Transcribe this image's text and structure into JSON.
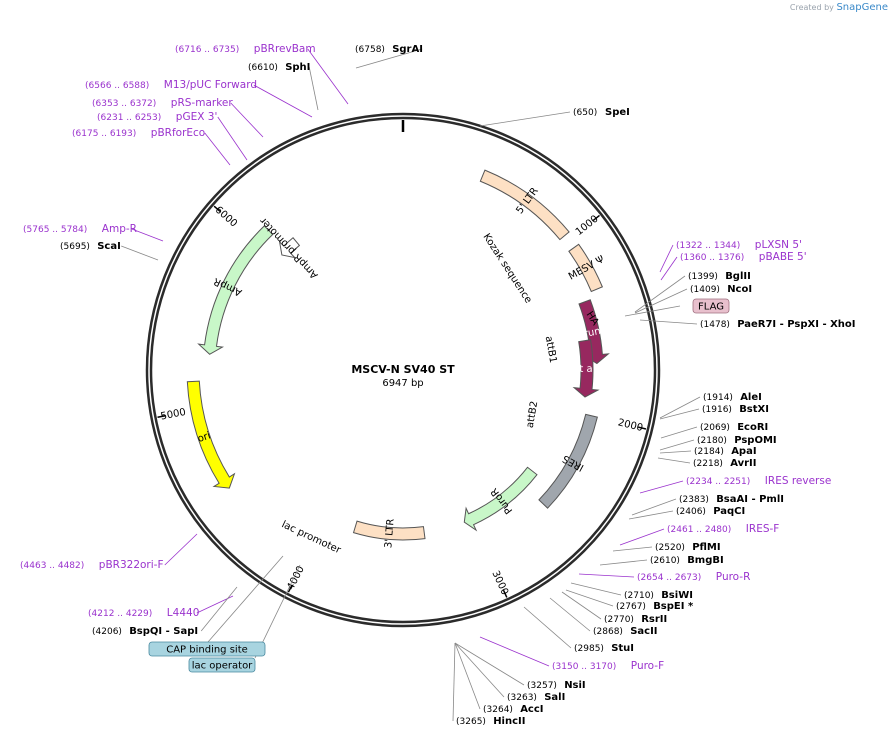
{
  "credit": {
    "prefix": "Created by",
    "brand": "SnapGene"
  },
  "plasmid": {
    "name": "MSCV-N SV40 ST",
    "size": "6947 bp",
    "length": 6947
  },
  "ticks": [
    "1000",
    "2000",
    "3000",
    "4000",
    "5000",
    "6000"
  ],
  "colors": {
    "primer": "#9a32cd",
    "enzyme": "#000000",
    "ltr": "#fde0c4",
    "ampr": "#c8f7c8",
    "ori": "#ffff00",
    "gag": "#97285f",
    "ires": "#a0a6ad",
    "puro": "#c8f7c8"
  },
  "features": [
    {
      "label": "5' LTR",
      "start": 430,
      "end": 970,
      "color": "#fde0c4",
      "dir": "none"
    },
    {
      "label": "MESV Ψ",
      "start": 1050,
      "end": 1300,
      "color": "#fde0c4",
      "dir": "none"
    },
    {
      "label": "gag (truncated)",
      "start": 1340,
      "end": 1700,
      "color": "#97285f",
      "dir": "cw"
    },
    {
      "label": "small t antigen",
      "start": 1560,
      "end": 1900,
      "color": "#97285f",
      "dir": "cw"
    },
    {
      "label": "IRES",
      "start": 2000,
      "end": 2580,
      "color": "#a0a6ad",
      "dir": "none"
    },
    {
      "label": "PuroR",
      "start": 2470,
      "end": 3050,
      "color": "#c8f7c8",
      "dir": "cw"
    },
    {
      "label": "3' LTR",
      "start": 3330,
      "end": 3800,
      "color": "#fde0c4",
      "dir": "none"
    },
    {
      "label": "ori",
      "start": 4550,
      "end": 5150,
      "color": "#ffff00",
      "dir": "ccw"
    },
    {
      "label": "AmpR",
      "start": 5300,
      "end": 6100,
      "color": "#c8f7c8",
      "dir": "ccw"
    },
    {
      "label": "AmpR promoter",
      "start": 6050,
      "end": 6180,
      "color": "#ffffff",
      "dir": "ccw"
    }
  ],
  "sites": [
    {
      "label": "SgrAI",
      "pos": "(6758)",
      "type": "enzyme"
    },
    {
      "label": "SphI",
      "pos": "(6610)",
      "type": "enzyme"
    },
    {
      "label": "pBRrevBam",
      "pos": "(6716 .. 6735)",
      "type": "primer"
    },
    {
      "label": "M13/pUC Forward",
      "pos": "(6566 .. 6588)",
      "type": "primer"
    },
    {
      "label": "pRS-marker",
      "pos": "(6353 .. 6372)",
      "type": "primer"
    },
    {
      "label": "pGEX 3'",
      "pos": "(6231 .. 6253)",
      "type": "primer"
    },
    {
      "label": "pBRforEco",
      "pos": "(6175 .. 6193)",
      "type": "primer"
    },
    {
      "label": "Amp-R",
      "pos": "(5765 .. 5784)",
      "type": "primer"
    },
    {
      "label": "ScaI",
      "pos": "(5695)",
      "type": "enzyme"
    },
    {
      "label": "SpeI",
      "pos": "(650)",
      "type": "enzyme"
    },
    {
      "label": "pLXSN 5'",
      "pos": "(1322 .. 1344)",
      "type": "primer"
    },
    {
      "label": "pBABE 5'",
      "pos": "(1360 .. 1376)",
      "type": "primer"
    },
    {
      "label": "BglII",
      "pos": "(1399)",
      "type": "enzyme"
    },
    {
      "label": "NcoI",
      "pos": "(1409)",
      "type": "enzyme"
    },
    {
      "label": "PaeR7I - PspXI - XhoI",
      "pos": "(1478)",
      "type": "enzyme"
    },
    {
      "label": "AleI",
      "pos": "(1914)",
      "type": "enzyme"
    },
    {
      "label": "BstXI",
      "pos": "(1916)",
      "type": "enzyme"
    },
    {
      "label": "EcoRI",
      "pos": "(2069)",
      "type": "enzyme"
    },
    {
      "label": "PspOMI",
      "pos": "(2180)",
      "type": "enzyme"
    },
    {
      "label": "ApaI",
      "pos": "(2184)",
      "type": "enzyme"
    },
    {
      "label": "AvrII",
      "pos": "(2218)",
      "type": "enzyme"
    },
    {
      "label": "IRES reverse",
      "pos": "(2234 .. 2251)",
      "type": "primer"
    },
    {
      "label": "BsaAI - PmlI",
      "pos": "(2383)",
      "type": "enzyme"
    },
    {
      "label": "PaqCI",
      "pos": "(2406)",
      "type": "enzyme"
    },
    {
      "label": "IRES-F",
      "pos": "(2461 .. 2480)",
      "type": "primer"
    },
    {
      "label": "PflMI",
      "pos": "(2520)",
      "type": "enzyme"
    },
    {
      "label": "BmgBI",
      "pos": "(2610)",
      "type": "enzyme"
    },
    {
      "label": "Puro-R",
      "pos": "(2654 .. 2673)",
      "type": "primer"
    },
    {
      "label": "BsiWI",
      "pos": "(2710)",
      "type": "enzyme"
    },
    {
      "label": "BspEI *",
      "pos": "(2767)",
      "type": "enzyme"
    },
    {
      "label": "RsrII",
      "pos": "(2770)",
      "type": "enzyme"
    },
    {
      "label": "SacII",
      "pos": "(2868)",
      "type": "enzyme"
    },
    {
      "label": "StuI",
      "pos": "(2985)",
      "type": "enzyme"
    },
    {
      "label": "Puro-F",
      "pos": "(3150 .. 3170)",
      "type": "primer"
    },
    {
      "label": "NsiI",
      "pos": "(3257)",
      "type": "enzyme"
    },
    {
      "label": "SalI",
      "pos": "(3263)",
      "type": "enzyme"
    },
    {
      "label": "AccI",
      "pos": "(3264)",
      "type": "enzyme"
    },
    {
      "label": "HincII",
      "pos": "(3265)",
      "type": "enzyme"
    },
    {
      "label": "pBR322ori-F",
      "pos": "(4463 .. 4482)",
      "type": "primer"
    },
    {
      "label": "L4440",
      "pos": "(4212 .. 4229)",
      "type": "primer"
    },
    {
      "label": "BspQI - SapI",
      "pos": "(4206)",
      "type": "enzyme"
    }
  ],
  "small_labels": {
    "kozak": "Kozak sequence",
    "ha": "HA",
    "attb1": "attB1",
    "attb2": "attB2",
    "lac_promoter": "lac promoter",
    "flag": "FLAG",
    "cap": "CAP binding site",
    "lac_operator": "lac operator"
  }
}
